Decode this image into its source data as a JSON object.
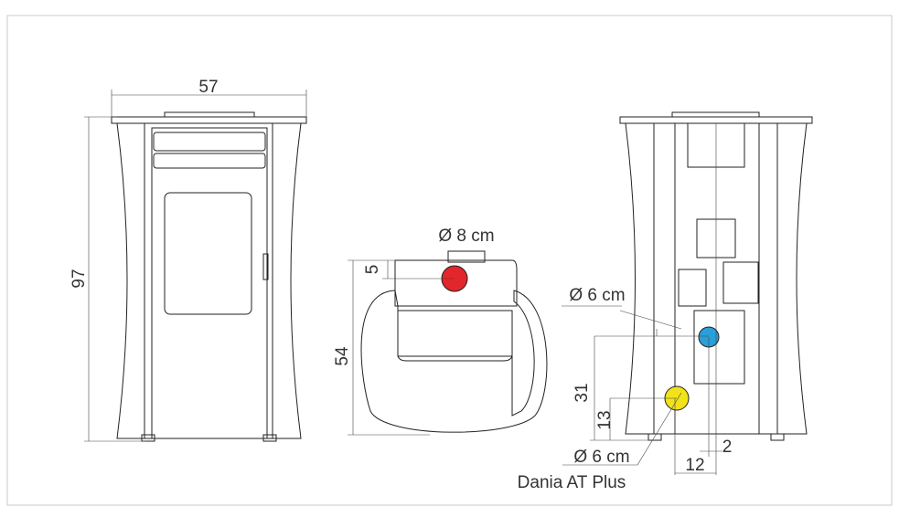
{
  "front_view": {
    "width_label": "57",
    "height_label": "97"
  },
  "top_view": {
    "flue_diameter_label": "Ø 8 cm",
    "flue_offset_label": "5",
    "depth_label": "54"
  },
  "back_view": {
    "upper_pipe_diameter_label": "Ø 6 cm",
    "upper_pipe_height_label": "31",
    "lower_pipe_height_label": "13",
    "lower_pipe_diameter_label": "Ø 6 cm",
    "model_name": "Dania AT Plus",
    "upper_offset_label": "2",
    "lower_offset_label": "12"
  },
  "colors": {
    "flue": "#e2262b",
    "upper_pipe": "#2a9fd8",
    "lower_pipe": "#f2e21a",
    "frame": "#c8c8c8"
  }
}
